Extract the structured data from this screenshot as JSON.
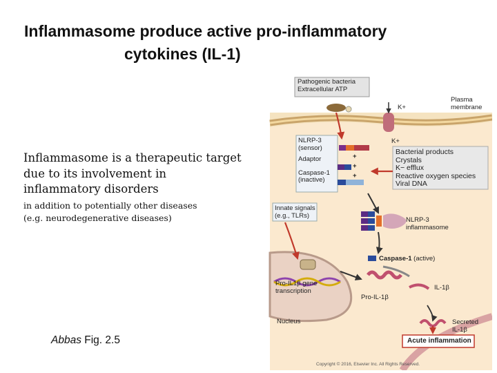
{
  "title": {
    "line1": "Inflammasome produce active pro-inflammatory",
    "line2": "cytokines (IL-1)"
  },
  "body": {
    "main_lines": [
      "Inflammasome is a therapeutic target",
      "due to its involvement in",
      "inflammatory disorders"
    ],
    "sub_lines": [
      "in addition to potentially other diseases",
      "(e.g. neurodegenerative diseases)"
    ]
  },
  "citation": {
    "author": "Abbas",
    "ref": " Fig. 2.5"
  },
  "figure": {
    "stimulus_box": [
      "Pathogenic bacteria",
      "Extracellular ATP"
    ],
    "plasma_membrane": [
      "Plasma",
      "membrane"
    ],
    "k_plus_top": "K+",
    "k_plus_mid": "K+",
    "components_box": [
      "NLRP-3",
      "(sensor)",
      "Adaptor",
      "Caspase-1",
      "(inactive)"
    ],
    "plus_signs": [
      "+",
      "+",
      "+"
    ],
    "triggers": [
      "Bacterial products",
      "Crystals",
      "K− efflux",
      "Reactive oxygen species",
      "Viral DNA"
    ],
    "innate_box": [
      "Innate signals",
      "(e.g., TLRs)"
    ],
    "inflammasome_label": [
      "NLRP-3",
      "inflammasome"
    ],
    "caspase_active_bold": "Caspase-1",
    "caspase_active_rest": " (active)",
    "pro_il1_gene": [
      "Pro-IL1β gene",
      "transcription"
    ],
    "pro_il1": "Pro-IL-1β",
    "il1": "IL-1β",
    "nucleus": "Nucleus",
    "secreted": [
      "Secreted",
      "IL-1β"
    ],
    "acute_inflammation": "Acute inflammation",
    "copyright": "Copyright © 2016, Elsevier Inc. All Rights Reserved."
  }
}
